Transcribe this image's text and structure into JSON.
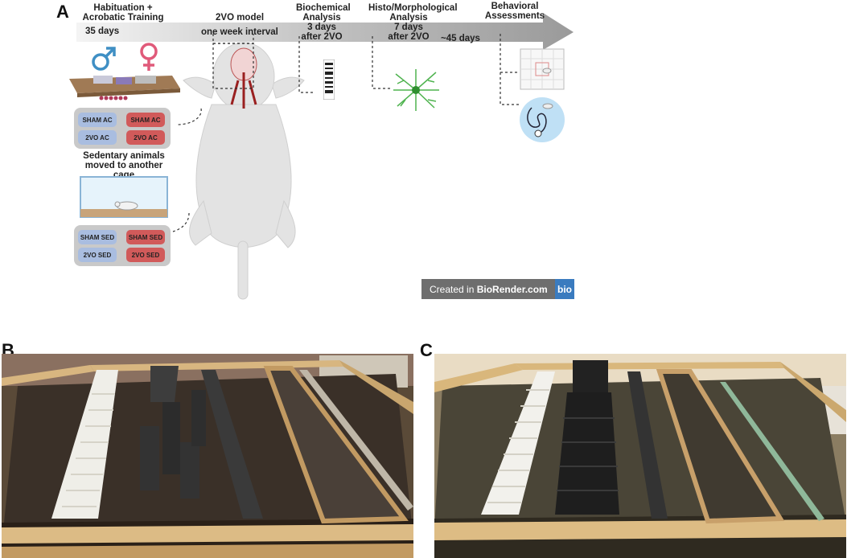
{
  "panels": {
    "a": "A",
    "b": "B",
    "c": "C"
  },
  "timeline": {
    "habituation": "Habituation +\nAcrobatic Training",
    "days35": "35 days",
    "model": "2VO model",
    "interval": "one week interval",
    "biochem": "Biochemical\nAnalysis\n3 days\nafter 2VO",
    "histo": "Histo/Morphological\nAnalysis\n7 days\nafter 2VO",
    "days45": "~45 days",
    "behavioral": "Behavioral\nAssessments"
  },
  "groups_ac": [
    "SHAM AC",
    "SHAM AC",
    "2VO AC",
    "2VO AC"
  ],
  "sedentary_note": "Sedentary animals\nmoved to another cage",
  "groups_sed": [
    "SHAM SED",
    "SHAM SED",
    "2VO SED",
    "2VO SED"
  ],
  "badge": {
    "created": "Created in ",
    "brand": "BioRender.com",
    "logo": "bio"
  },
  "colors": {
    "arrow_start": "#f2f2f2",
    "arrow_end": "#9a9a9a",
    "sham": "#a9bde0",
    "vo": "#d15a5a",
    "male": "#3f8fc4",
    "female": "#e05a7a",
    "neuron": "#4fb34f"
  }
}
